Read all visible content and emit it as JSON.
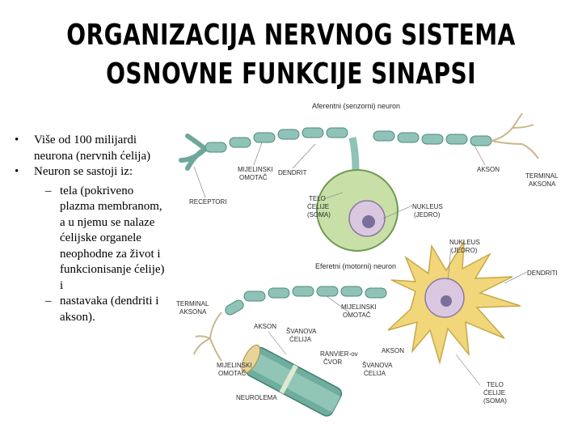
{
  "slide": {
    "title_line1": "ORGANIZACIJA NERVNOG SISTEMA",
    "title_line2": "OSNOVNE FUNKCIJE SINAPSI",
    "bullets": [
      {
        "text": "Više od 100 milijardi neurona (nervnih ćelija)"
      },
      {
        "text": "Neuron se sastoji iz:"
      }
    ],
    "sub_bullets": [
      {
        "text": "tela (pokriveno plazma membranom, a u njemu se nalaze ćelijske organele neophodne za život i funkcionisanje ćelije) i"
      },
      {
        "text": "nastavaka (dendriti i akson)."
      }
    ]
  },
  "figure": {
    "labels": {
      "afferent": "Aferentni (senzorni) neuron",
      "efferent": "Eferetni (motorni) neuron",
      "receptori": "RECEPTORI",
      "mijelinski1a": "MIJELINSKI",
      "mijelinski1b": "OMOTAČ",
      "dendrit": "DENDRIT",
      "telo1a": "TELO",
      "telo1b": "ĆELIJE",
      "telo1c": "(SOMA)",
      "nukleus1a": "NUKLEUS",
      "nukleus1b": "(JEDRO)",
      "akson1": "AKSON",
      "terminal1a": "TERMINAL",
      "terminal1b": "AKSONA",
      "nukleus2a": "NUKLEUS",
      "nukleus2b": "(JEDRO)",
      "dendriti": "DENDRITI",
      "terminal2a": "TERMINAL",
      "terminal2b": "AKSONA",
      "mijelinski2a": "MIJELINSKI",
      "mijelinski2b": "OMOTAČ",
      "akson2": "AKSON",
      "svanova1a": "ŠVANOVA",
      "svanova1b": "ĆELIJA",
      "ranviera": "RANVIER-ov",
      "ranvierb": "ČVOR",
      "akson3": "AKSON",
      "mijelinski3a": "MIJELINSKI",
      "mijelinski3b": "OMOTAČ",
      "svanova2a": "ŠVANOVA",
      "svanova2b": "ĆELIJA",
      "telo2a": "TELO",
      "telo2b": "ĆELIJE",
      "telo2c": "(SOMA)",
      "neurolema": "NEUROLEMA"
    },
    "colors": {
      "myelin": "#8fc3b8",
      "cell_body": "#c8e0a8",
      "nucleus": "#d9c8e0",
      "motor_body": "#f2d77a",
      "text": "#2a2a2a"
    }
  }
}
